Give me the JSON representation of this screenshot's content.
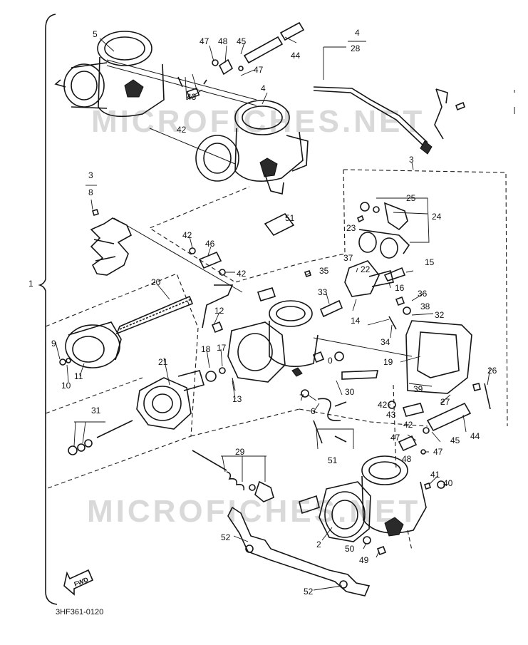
{
  "diagram": {
    "watermark": "MICROFICHES.NET",
    "drawing_code": "3HF361-0120",
    "front_marker": "FWD",
    "labels": [
      {
        "id": "l1",
        "text": "1"
      },
      {
        "id": "l2",
        "text": "2"
      },
      {
        "id": "l3a",
        "text": "3"
      },
      {
        "id": "l3b",
        "text": "3"
      },
      {
        "id": "l4a",
        "text": "4"
      },
      {
        "id": "l4b",
        "text": "4"
      },
      {
        "id": "l28",
        "text": "28"
      },
      {
        "id": "l5",
        "text": "5"
      },
      {
        "id": "l6",
        "text": "6"
      },
      {
        "id": "l7",
        "text": "7"
      },
      {
        "id": "l8",
        "text": "8"
      },
      {
        "id": "l9",
        "text": "9"
      },
      {
        "id": "l10",
        "text": "10"
      },
      {
        "id": "l11",
        "text": "11"
      },
      {
        "id": "l12",
        "text": "12"
      },
      {
        "id": "l13",
        "text": "13"
      },
      {
        "id": "l14",
        "text": "14"
      },
      {
        "id": "l15",
        "text": "15"
      },
      {
        "id": "l16",
        "text": "16"
      },
      {
        "id": "l17",
        "text": "17"
      },
      {
        "id": "l18",
        "text": "18"
      },
      {
        "id": "l19",
        "text": "19"
      },
      {
        "id": "l20",
        "text": "20"
      },
      {
        "id": "l21",
        "text": "21"
      },
      {
        "id": "l22",
        "text": "22"
      },
      {
        "id": "l23",
        "text": "23"
      },
      {
        "id": "l24",
        "text": "24"
      },
      {
        "id": "l25",
        "text": "25"
      },
      {
        "id": "l26",
        "text": "26"
      },
      {
        "id": "l27",
        "text": "27"
      },
      {
        "id": "l29",
        "text": "29"
      },
      {
        "id": "l30",
        "text": "30"
      },
      {
        "id": "l31",
        "text": "31"
      },
      {
        "id": "l32",
        "text": "32"
      },
      {
        "id": "l33",
        "text": "33"
      },
      {
        "id": "l34",
        "text": "34"
      },
      {
        "id": "l35",
        "text": "35"
      },
      {
        "id": "l36",
        "text": "36"
      },
      {
        "id": "l37",
        "text": "37"
      },
      {
        "id": "l38",
        "text": "38"
      },
      {
        "id": "l39",
        "text": "39"
      },
      {
        "id": "l40",
        "text": "40"
      },
      {
        "id": "l41",
        "text": "41"
      },
      {
        "id": "l42a",
        "text": "42"
      },
      {
        "id": "l42b",
        "text": "42"
      },
      {
        "id": "l42c",
        "text": "42"
      },
      {
        "id": "l42d",
        "text": "42"
      },
      {
        "id": "l42e",
        "text": "42"
      },
      {
        "id": "l43a",
        "text": "43"
      },
      {
        "id": "l43b",
        "text": "43"
      },
      {
        "id": "l44a",
        "text": "44"
      },
      {
        "id": "l44b",
        "text": "44"
      },
      {
        "id": "l45a",
        "text": "45"
      },
      {
        "id": "l45b",
        "text": "45"
      },
      {
        "id": "l46",
        "text": "46"
      },
      {
        "id": "l47a",
        "text": "47"
      },
      {
        "id": "l47b",
        "text": "47"
      },
      {
        "id": "l47c",
        "text": "47"
      },
      {
        "id": "l47d",
        "text": "47"
      },
      {
        "id": "l48a",
        "text": "48"
      },
      {
        "id": "l48b",
        "text": "48"
      },
      {
        "id": "l49",
        "text": "49"
      },
      {
        "id": "l50",
        "text": "50"
      },
      {
        "id": "l51a",
        "text": "51"
      },
      {
        "id": "l51b",
        "text": "51"
      },
      {
        "id": "l52a",
        "text": "52"
      },
      {
        "id": "l52b",
        "text": "52"
      },
      {
        "id": "l0",
        "text": "0"
      }
    ]
  }
}
